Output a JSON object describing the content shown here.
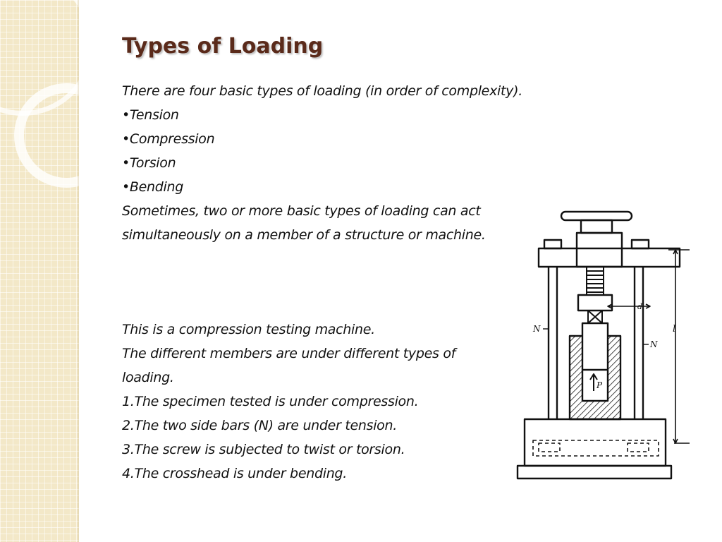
{
  "slide": {
    "title": "Types of Loading",
    "intro_lines": [
      "There are four basic types of loading (in order of  complexity).",
      "•Tension",
      "•Compression",
      "•Torsion",
      "•Bending",
      "Sometimes, two or more basic types of loading can act",
      "simultaneously on a member of a structure or machine."
    ],
    "machine_lines": [
      "This is a compression testing machine.",
      "The different members are under different types of",
      "loading.",
      "1.The specimen tested is under compression.",
      "2.The two side bars (N) are under tension.",
      "3.The screw is subjected to twist or torsion.",
      "4.The crosshead is under bending."
    ]
  },
  "diagram": {
    "labels": {
      "left_bar": "N",
      "right_bar": "N",
      "width": "d",
      "height": "l",
      "load": "P"
    }
  }
}
